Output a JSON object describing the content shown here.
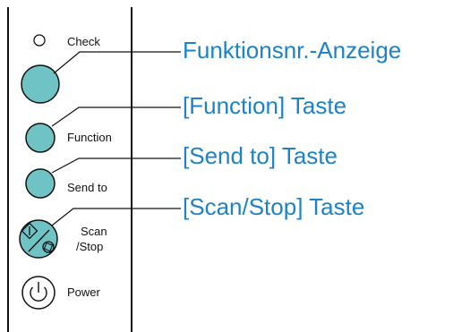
{
  "panel": {
    "check_label": "Check",
    "function_label": "Function",
    "send_to_label": "Send to",
    "scan_label_line1": "Scan",
    "scan_label_line2": "/Stop",
    "power_label": "Power"
  },
  "callouts": [
    "Funktionsnr.-Anzeige",
    "[Function] Taste",
    "[Send to] Taste",
    "[Scan/Stop] Taste"
  ],
  "colors": {
    "button_fill": "#6fc3c5",
    "callout_text": "#1e82c8",
    "line": "#111111"
  },
  "icons": {
    "scan_stop": "scan-stop-icon",
    "power": "power-icon"
  }
}
